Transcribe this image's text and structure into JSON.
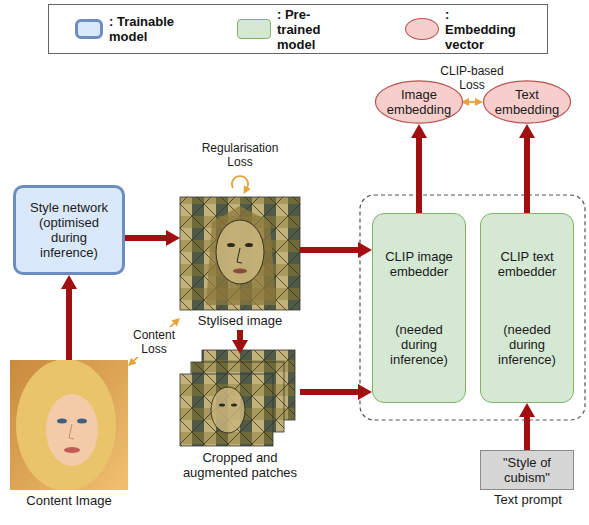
{
  "diagram": {
    "nodes": [
      {
        "text": [
          "Image embedding"
        ]
      },
      {
        "text": [
          "Text embedding"
        ]
      },
      {
        "text": [
          "Style network (optimised during inference)"
        ]
      },
      {
        "text": [
          "Stylised image"
        ]
      },
      {
        "text": [
          "CLIP image embedder",
          "(needed during inference)"
        ]
      },
      {
        "text": [
          "CLIP text embedder",
          "(needed during inference)"
        ]
      },
      {
        "text": [
          "Content Image"
        ]
      },
      {
        "text": [
          "Cropped and augmented patches"
        ]
      },
      {
        "text": [
          "\"Style of cubism\"",
          "Text prompt"
        ]
      }
    ],
    "edges": [
      {
        "from": 0,
        "to": 1,
        "arrow": "both",
        "label": "CLIP-based Loss"
      },
      {
        "from": 2,
        "to": 3,
        "arrow": "to"
      },
      {
        "from": 3,
        "to": 4,
        "arrow": "to"
      },
      {
        "from": 3,
        "to": 7,
        "arrow": "to"
      },
      {
        "from": 7,
        "to": 4,
        "arrow": "to"
      },
      {
        "from": 4,
        "to": 0,
        "arrow": "to"
      },
      {
        "from": 5,
        "to": 1,
        "arrow": "to"
      },
      {
        "from": 8,
        "to": 5,
        "arrow": "to"
      },
      {
        "from": 6,
        "to": 2,
        "arrow": "to"
      },
      {
        "from": 3,
        "to": 6,
        "arrow": "both",
        "label": "Content Loss"
      }
    ],
    "labels": [
      "Regularisation Loss"
    ],
    "legend": [
      {
        "text": ": Trainable model",
        "color": "#dae8fc"
      },
      {
        "text": ": Pre-trained model",
        "color": "#d5e8d4"
      },
      {
        "text": ": Embedding vector",
        "color": "#f8cecc"
      }
    ]
  }
}
